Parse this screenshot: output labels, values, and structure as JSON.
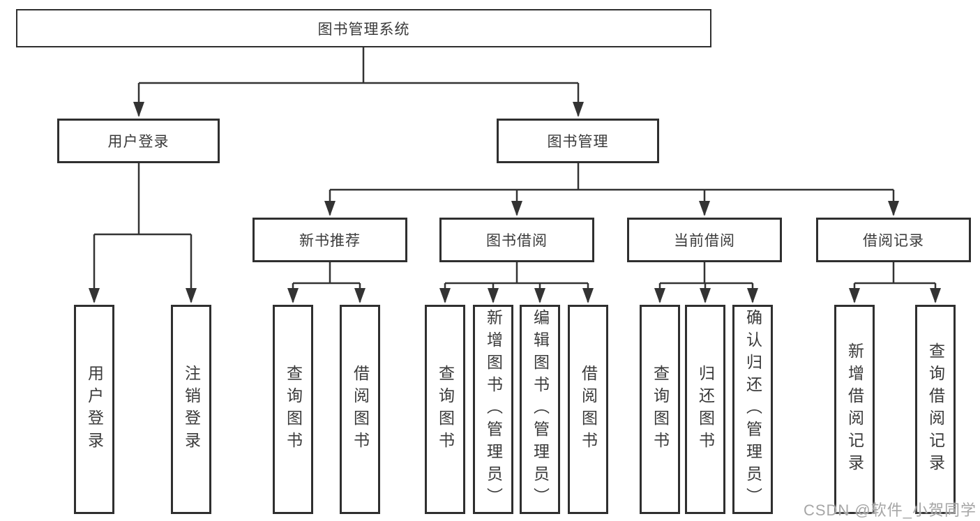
{
  "tree": {
    "root": {
      "label": "图书管理系统",
      "children": [
        {
          "label": "用户登录",
          "children": [
            {
              "label": "用户登录"
            },
            {
              "label": "注销登录"
            }
          ]
        },
        {
          "label": "图书管理",
          "children": [
            {
              "label": "新书推荐",
              "children": [
                {
                  "label": "查询图书"
                },
                {
                  "label": "借阅图书"
                }
              ]
            },
            {
              "label": "图书借阅",
              "children": [
                {
                  "label": "查询图书"
                },
                {
                  "label": "新增图书（管理员）"
                },
                {
                  "label": "编辑图书（管理员）"
                },
                {
                  "label": "借阅图书"
                }
              ]
            },
            {
              "label": "当前借阅",
              "children": [
                {
                  "label": "查询图书"
                },
                {
                  "label": "归还图书"
                },
                {
                  "label": "确认归还（管理员）"
                }
              ]
            },
            {
              "label": "借阅记录",
              "children": [
                {
                  "label": "新增借阅记录"
                },
                {
                  "label": "查询借阅记录"
                }
              ]
            }
          ]
        }
      ]
    }
  },
  "watermark": {
    "text": "CSDN @软件_小贺同学"
  },
  "colors": {
    "line": "#333333",
    "box_border": "#2f2f2f",
    "text": "#3a3a3a",
    "background": "#ffffff",
    "watermark": "#a6a6a6"
  }
}
